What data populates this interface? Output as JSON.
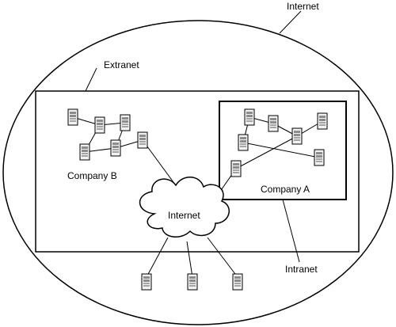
{
  "labels": {
    "internet_outer": "Internet",
    "extranet": "Extranet",
    "company_b": "Company B",
    "company_a": "Company A",
    "internet_cloud": "Internet",
    "intranet": "Intranet"
  },
  "server_count": {
    "company_b": 6,
    "company_a": 7,
    "internet": 3
  }
}
